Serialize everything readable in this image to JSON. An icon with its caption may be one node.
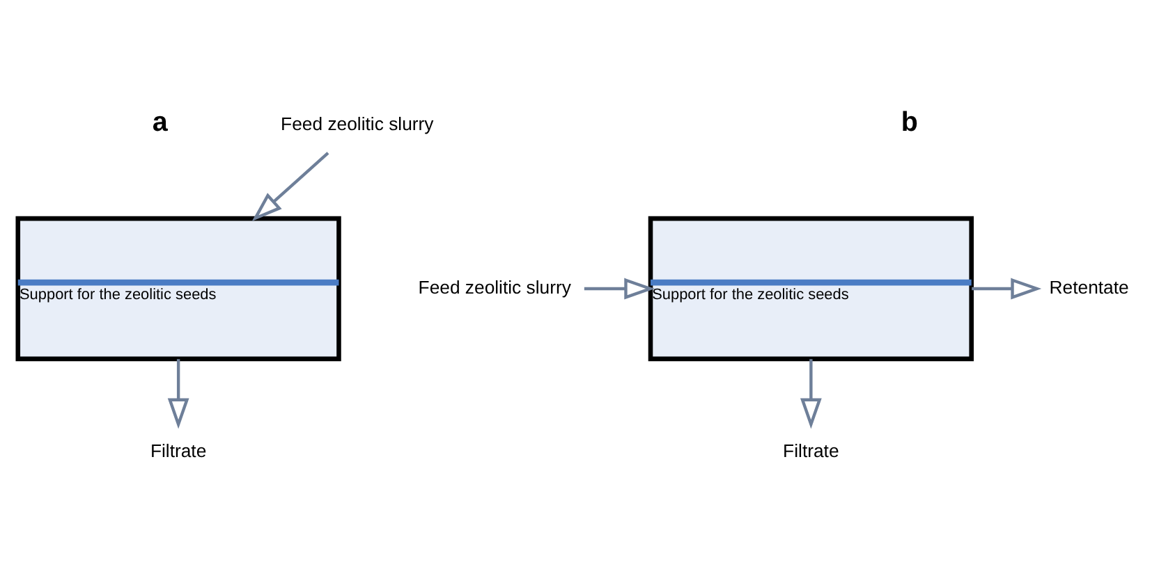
{
  "diagram": {
    "nodes": [
      {
        "text": [
          "Feed zeolitic slurry"
        ]
      },
      {
        "text": [
          "Support for the zeolitic seeds"
        ]
      },
      {
        "text": [
          "Filtrate"
        ]
      },
      {
        "text": [
          "Feed zeolitic slurry"
        ]
      },
      {
        "text": [
          "Support for the zeolitic seeds"
        ]
      },
      {
        "text": [
          "Retentate"
        ]
      },
      {
        "text": [
          "Filtrate"
        ]
      }
    ],
    "edges": [
      {
        "from": 0,
        "to": 1,
        "arrow": "to"
      },
      {
        "from": 1,
        "to": 2,
        "arrow": "to"
      },
      {
        "from": 3,
        "to": 4,
        "arrow": "to"
      },
      {
        "from": 4,
        "to": 5,
        "arrow": "to"
      },
      {
        "from": 4,
        "to": 6,
        "arrow": "to"
      }
    ],
    "labels": [
      "a",
      "b"
    ]
  }
}
